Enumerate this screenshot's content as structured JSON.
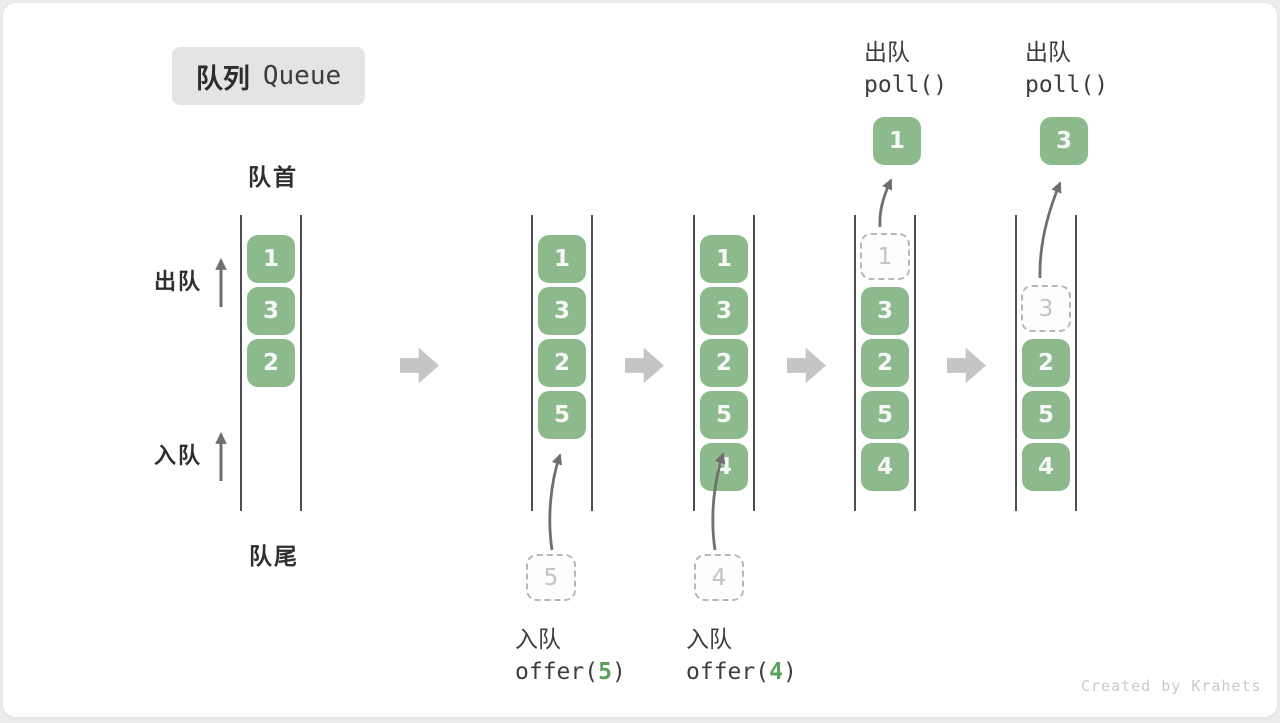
{
  "title": {
    "zh": "队列",
    "en": "Queue"
  },
  "side_labels": {
    "front": "队首",
    "rear": "队尾",
    "dequeue": "出队",
    "enqueue": "入队"
  },
  "queues": [
    {
      "items": [
        "1",
        "3",
        "2"
      ]
    },
    {
      "items": [
        "1",
        "3",
        "2",
        "5"
      ],
      "incoming": "5",
      "op": {
        "action": "入队",
        "code_pre": "offer(",
        "code_arg": "5",
        "code_post": ")"
      }
    },
    {
      "items": [
        "1",
        "3",
        "2",
        "5",
        "4"
      ],
      "incoming": "4",
      "op": {
        "action": "入队",
        "code_pre": "offer(",
        "code_arg": "4",
        "code_post": ")"
      }
    },
    {
      "ghost": "1",
      "items": [
        "3",
        "2",
        "5",
        "4"
      ],
      "popped": "1",
      "op": {
        "action": "出队",
        "code": "poll()"
      }
    },
    {
      "ghost": "3",
      "items": [
        "2",
        "5",
        "4"
      ],
      "popped": "3",
      "op": {
        "action": "出队",
        "code": "poll()"
      }
    }
  ],
  "watermark": "Created by Krahets",
  "colors": {
    "box_green": "#8cba8c",
    "code_arg_green": "#5ba05b",
    "block_arrow_gray": "#c5c5c5",
    "thin_arrow_gray": "#6f6f6f",
    "badge_bg": "#e4e4e4",
    "ghost_border": "#b7b7b7"
  }
}
